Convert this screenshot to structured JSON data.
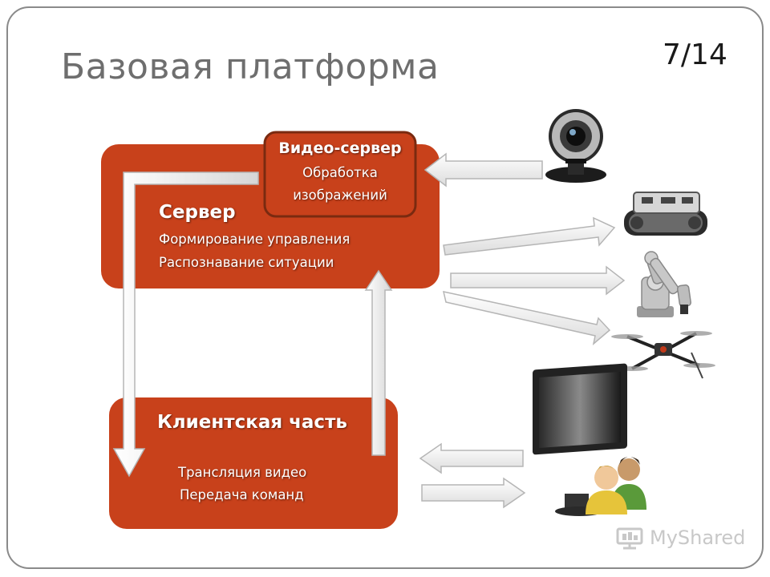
{
  "slide": {
    "title": "Базовая платформа",
    "page": "7/14"
  },
  "server": {
    "heading": "Сервер",
    "lines": [
      "Формирование управления",
      "Распознавание ситуации"
    ]
  },
  "video_server": {
    "heading": "Видео-сервер",
    "lines": [
      "Обработка",
      "изображений"
    ]
  },
  "client": {
    "heading": "Клиентская часть",
    "lines": [
      "Трансляция видео",
      "Передача команд"
    ]
  },
  "devices": {
    "webcam_icon": "webcam-icon",
    "robot_icon": "tracked-robot-icon",
    "arm_icon": "robotic-arm-icon",
    "drone_icon": "quadcopter-icon",
    "operator_icon": "monitor-users-icon"
  },
  "watermark": {
    "text": "MyShared"
  },
  "colors": {
    "box_fill": "#c8411b",
    "box_border": "#7a2a10",
    "arrow_fill": "#e9e9e9",
    "arrow_stroke": "#b5b5b5",
    "title": "#6e6e6e"
  }
}
